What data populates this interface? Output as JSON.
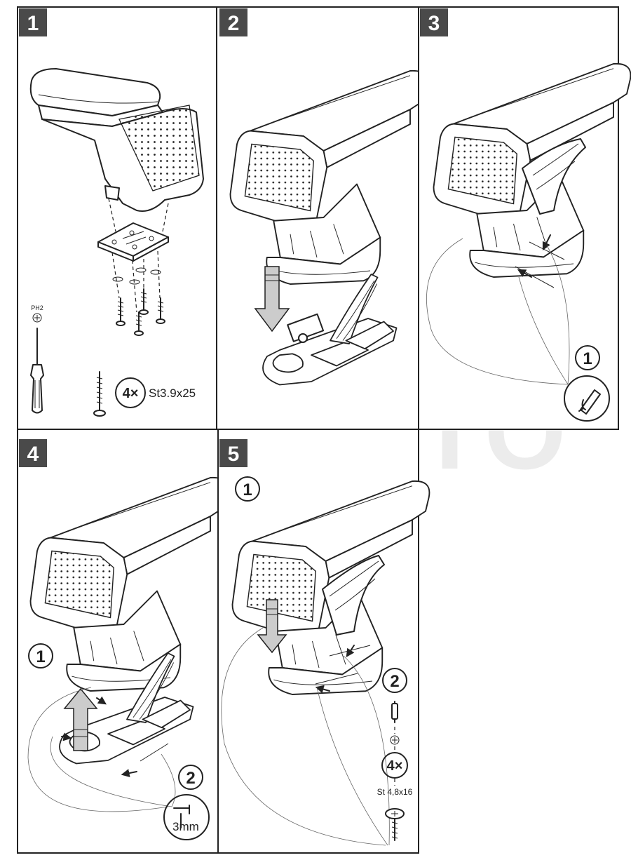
{
  "watermark": "AG AUTO",
  "steps": [
    {
      "number": "1",
      "tool_label": "PH2",
      "screw_qty": "4×",
      "screw_spec": "St3.9x25"
    },
    {
      "number": "2"
    },
    {
      "number": "3",
      "callout_1": "1"
    },
    {
      "number": "4",
      "callout_1": "1",
      "callout_2": "2",
      "drill_size": "3mm"
    },
    {
      "number": "5",
      "callout_1": "1",
      "callout_2": "2",
      "screw_qty": "4×",
      "screw_spec": "St 4,8x16"
    }
  ],
  "colors": {
    "badge": "#4a4a4a",
    "border": "#222222",
    "arrow_fill": "#cccccc",
    "watermark": "#ececec"
  }
}
